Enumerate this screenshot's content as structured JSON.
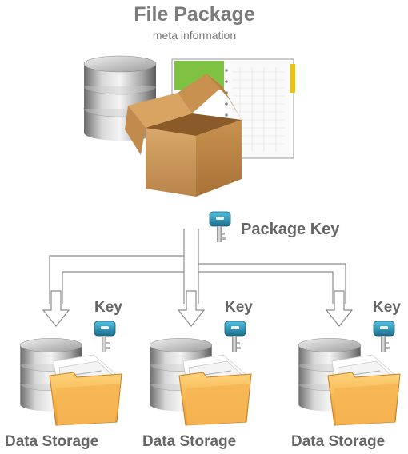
{
  "header": {
    "title": "File Package",
    "subtitle": "meta information"
  },
  "package_key": {
    "label": "Package Key",
    "icon": "key-icon"
  },
  "storages": [
    {
      "key_label": "Key",
      "label": "Data Storage"
    },
    {
      "key_label": "Key",
      "label": "Data Storage"
    },
    {
      "key_label": "Key",
      "label": "Data Storage"
    }
  ],
  "colors": {
    "text": "#6a6a6a",
    "key_teal": "#2a8fb0",
    "box_tan": "#c9955a",
    "folder_orange": "#f2b04a",
    "database_gray": "#b8b8b8"
  }
}
